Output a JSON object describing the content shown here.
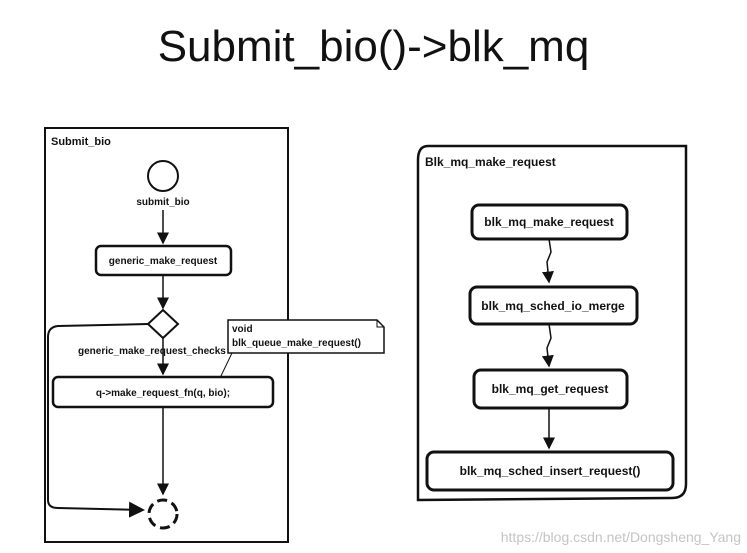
{
  "title": "Submit_bio()->blk_mq",
  "left_panel": {
    "label": "Submit_bio",
    "start_label": "submit_bio",
    "node1": "generic_make_request",
    "decision_label": "generic_make_request_checks",
    "node2": "q->make_request_fn(q, bio);",
    "note_line1": "void",
    "note_line2": "blk_queue_make_request()"
  },
  "right_panel": {
    "label": "Blk_mq_make_request",
    "nodes": [
      "blk_mq_make_request",
      "blk_mq_sched_io_merge",
      "blk_mq_get_request",
      "blk_mq_sched_insert_request()"
    ]
  },
  "watermark": "https://blog.csdn.net/Dongsheng_Yang"
}
